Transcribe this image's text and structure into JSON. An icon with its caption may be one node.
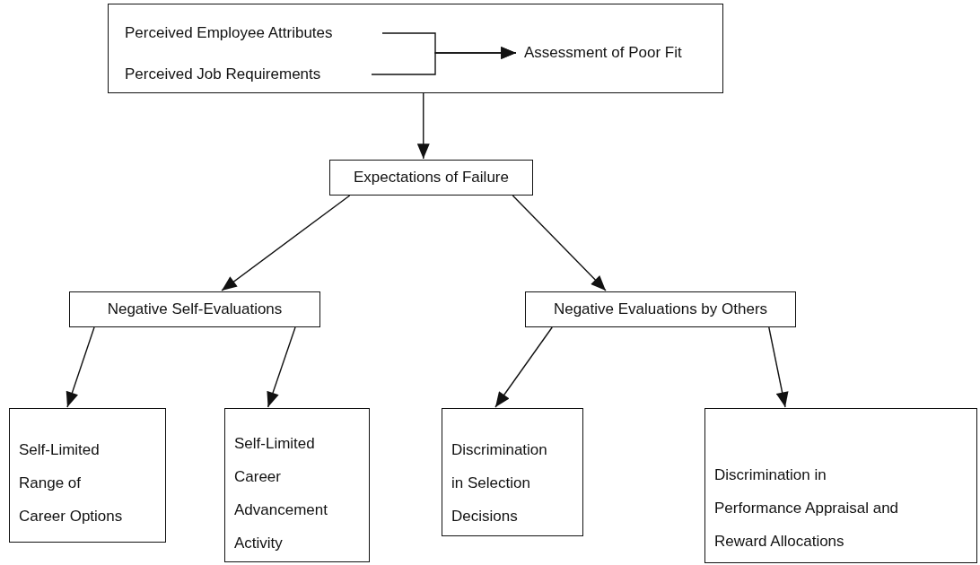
{
  "diagram": {
    "nodes": [
      {
        "text": [],
        "shape": "box"
      },
      {
        "text": [
          "Perceived Employee Attributes"
        ],
        "in": 0
      },
      {
        "text": [
          "Perceived Job Requirements"
        ],
        "in": 0
      },
      {
        "text": [
          "Assessment of Poor Fit"
        ],
        "in": 0
      },
      {
        "text": [
          "Expectations of Failure"
        ]
      },
      {
        "text": [
          "Negative Self-Evaluations"
        ]
      },
      {
        "text": [
          "Negative Evaluations by Others"
        ]
      },
      {
        "text": [
          "Self-Limited Range of Career Options"
        ]
      },
      {
        "text": [
          "Self-Limited Career Advancement Activity"
        ]
      },
      {
        "text": [
          "Discrimination in Selection Decisions"
        ]
      },
      {
        "text": [
          "Discrimination in Performance Appraisal and Reward Allocations"
        ]
      }
    ],
    "edges": [
      {
        "from": 1,
        "to": 3,
        "arrow": "to"
      },
      {
        "from": 2,
        "to": 3,
        "arrow": "to"
      },
      {
        "from": 0,
        "to": 4,
        "arrow": "to"
      },
      {
        "from": 4,
        "to": 5,
        "arrow": "to"
      },
      {
        "from": 4,
        "to": 6,
        "arrow": "to"
      },
      {
        "from": 5,
        "to": 7,
        "arrow": "to"
      },
      {
        "from": 5,
        "to": 8,
        "arrow": "to"
      },
      {
        "from": 6,
        "to": 9,
        "arrow": "to"
      },
      {
        "from": 6,
        "to": 10,
        "arrow": "to"
      }
    ]
  }
}
